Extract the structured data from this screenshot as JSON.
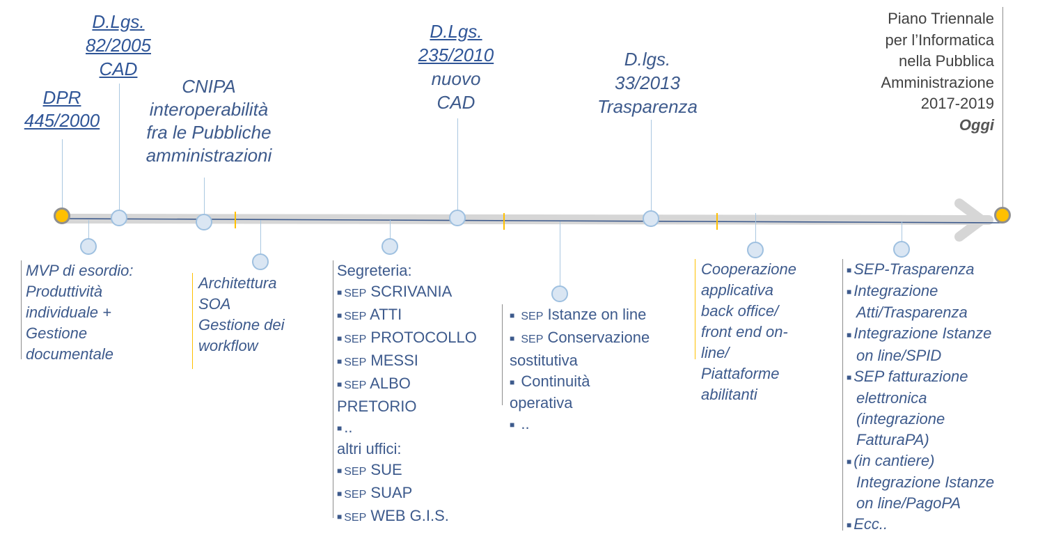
{
  "milestones": {
    "dpr": {
      "line1": "DPR",
      "line2": "445/2000"
    },
    "cad2005": {
      "line1": "D.Lgs.",
      "line2": "82/2005",
      "line3": "CAD"
    },
    "cnipa": {
      "line1": "CNIPA",
      "line2": "interoperabilità",
      "line3": "fra le Pubbliche",
      "line4": "amministrazioni"
    },
    "cad2010": {
      "line1": "D.Lgs.",
      "line2": "235/2010",
      "line3": "nuovo",
      "line4": "CAD"
    },
    "trasparenza": {
      "line1": "D.lgs.",
      "line2": "33/2013",
      "line3": "Trasparenza"
    },
    "piano": {
      "line1": "Piano Triennale",
      "line2": "per l’Informatica",
      "line3": "nella Pubblica",
      "line4": "Amministrazione",
      "line5": "2017-2019",
      "line6": "Oggi"
    }
  },
  "boxes": {
    "mvp": {
      "lines": [
        "MVP di esordio:",
        "Produttività",
        "individuale +",
        "Gestione",
        "documentale"
      ]
    },
    "soa": {
      "lines": [
        "Architettura",
        "SOA",
        "Gestione dei",
        "workflow"
      ]
    },
    "segreteria": {
      "title": "Segreteria:",
      "sep": "SEP",
      "items": [
        "SCRIVANIA",
        "ATTI",
        "PROTOCOLLO",
        "MESSI",
        "ALBO"
      ],
      "albo_cont": "PRETORIO",
      "dots": "..",
      "altri": "altri uffici:",
      "items2": [
        "SUE",
        "SUAP",
        "WEB G.I.S."
      ]
    },
    "istanze": {
      "sep": "SEP",
      "item1": "Istanze on line",
      "item2": "Conservazione",
      "item2_cont": "sostitutiva",
      "item3": "Continuità",
      "item3_cont": "operativa",
      "item4": ".."
    },
    "cooperazione": {
      "lines": [
        "Cooperazione",
        "applicativa",
        "back office/",
        "front end on-",
        "line/",
        "Piattaforme",
        "abilitanti"
      ]
    },
    "integrazioni": {
      "items": [
        {
          "first": "SEP-Trasparenza"
        },
        {
          "first": "Integrazione",
          "cont": "Atti/Trasparenza"
        },
        {
          "first": "Integrazione Istanze",
          "cont": "on line/SPID"
        },
        {
          "first": "SEP fatturazione",
          "cont": "elettronica",
          "cont2": "(integrazione",
          "cont3": "FatturaPA)"
        },
        {
          "first": "(in cantiere)",
          "cont": "Integrazione Istanze",
          "cont2": "on line/PagoPA"
        },
        {
          "first": "Ecc.."
        }
      ]
    }
  },
  "colors": {
    "accent": "#ffc000",
    "text": "#3d5a8c",
    "link": "#2f5597",
    "node": "#dae6f3"
  }
}
